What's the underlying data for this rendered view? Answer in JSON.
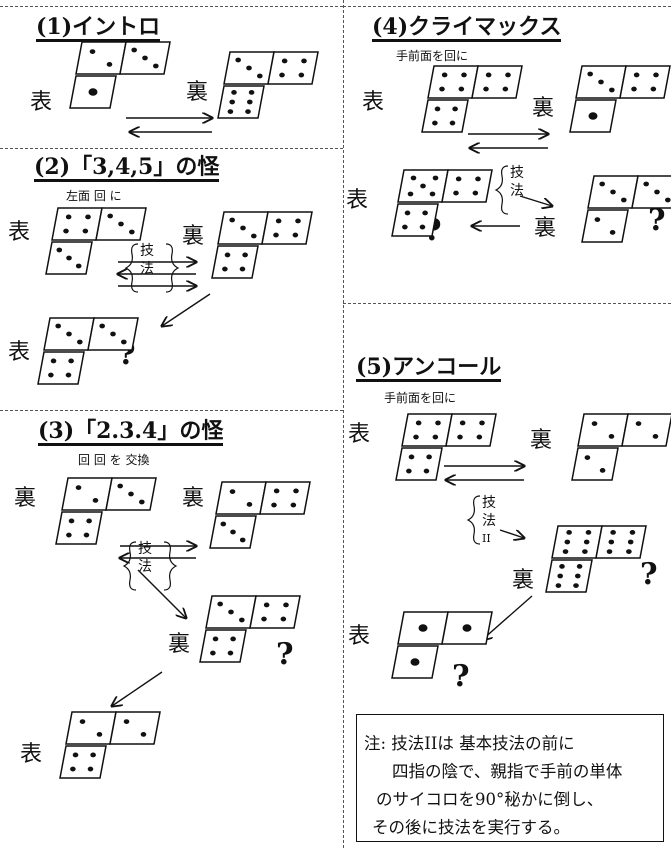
{
  "sections": [
    {
      "title": "(1)イントロ"
    },
    {
      "title": "(2)「3,4,5」の怪",
      "subtitle": "左面 回 に"
    },
    {
      "title": "(3)「2.3.4」の怪",
      "subtitle": "回 回 を 交換"
    },
    {
      "title": "(4)クライマックス",
      "subtitle": "手前面を回に"
    },
    {
      "title": "(5)アンコール",
      "subtitle": "手前面を回に"
    }
  ],
  "labels": {
    "front": "表",
    "back": "裏",
    "question": "?"
  },
  "technique": {
    "chars": [
      "技",
      "法"
    ],
    "technique2_suffix": "II"
  },
  "note": {
    "lines": [
      "注: 技法IIは 基本技法の前に",
      "四指の陰で、親指で手前の単体",
      "のサイコロを90°秘かに倒し、",
      "その後に技法を実行する。"
    ]
  },
  "cards": [
    {
      "section": 1,
      "side": "front",
      "top": [
        2,
        3
      ],
      "bottom": [
        1
      ]
    },
    {
      "section": 1,
      "side": "back",
      "top": [
        3,
        4
      ],
      "bottom": [
        6
      ]
    },
    {
      "section": 2,
      "side": "front",
      "top": [
        4,
        3
      ],
      "bottom": [
        3
      ]
    },
    {
      "section": 2,
      "side": "back",
      "top": [
        3,
        4
      ],
      "bottom": [
        4
      ]
    },
    {
      "section": 2,
      "side": "front",
      "top": [
        3,
        3
      ],
      "bottom": [
        4
      ]
    },
    {
      "section": 3,
      "side": "back",
      "top": [
        2,
        3
      ],
      "bottom": [
        4
      ]
    },
    {
      "section": 3,
      "side": "back",
      "top": [
        2,
        4
      ],
      "bottom": [
        3
      ]
    },
    {
      "section": 3,
      "side": "back",
      "top": [
        3,
        4
      ],
      "bottom": [
        4
      ]
    },
    {
      "section": 3,
      "side": "front",
      "top": [
        2,
        2
      ],
      "bottom": [
        4
      ]
    },
    {
      "section": 4,
      "side": "front",
      "top": [
        4,
        4
      ],
      "bottom": [
        4
      ]
    },
    {
      "section": 4,
      "side": "back",
      "top": [
        3,
        4
      ],
      "bottom": [
        1
      ]
    },
    {
      "section": 4,
      "side": "front",
      "top": [
        5,
        4
      ],
      "bottom": [
        4
      ]
    },
    {
      "section": 4,
      "side": "back",
      "top": [
        3,
        3
      ],
      "bottom": [
        2
      ]
    },
    {
      "section": 5,
      "side": "front",
      "top": [
        4,
        4
      ],
      "bottom": [
        4
      ]
    },
    {
      "section": 5,
      "side": "back",
      "top": [
        2,
        2
      ],
      "bottom": [
        2
      ]
    },
    {
      "section": 5,
      "side": "back",
      "top": [
        6,
        6
      ],
      "bottom": [
        6
      ]
    },
    {
      "section": 5,
      "side": "front",
      "top": [
        1,
        1
      ],
      "bottom": [
        1
      ]
    }
  ]
}
